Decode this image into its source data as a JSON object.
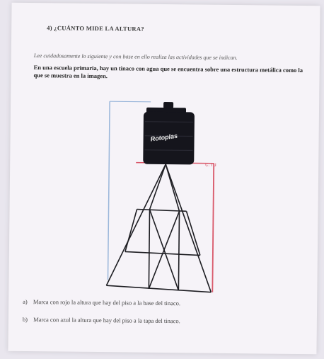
{
  "section_title": "4)  ¿CUÁNTO MIDE LA ALTURA?",
  "instruction": "Lee cuidadosamente lo siguiente y con base en ello realiza las actividades que se indican.",
  "problem": "En una escuela primaria, hay un tinaco con agua que se encuentra sobre una estructura metálica como la que se muestra en la imagen.",
  "tank_brand": "Rotoplas",
  "colors": {
    "red_line": "#d9586a",
    "blue_line": "#9ab6da",
    "tank": "#15151c"
  },
  "questions": [
    {
      "letter": "a)",
      "text": "Marca con rojo la altura que hay del piso a la base del tinaco."
    },
    {
      "letter": "b)",
      "text": "Marca con azul la altura que hay del piso a la tapa del tinaco."
    }
  ]
}
